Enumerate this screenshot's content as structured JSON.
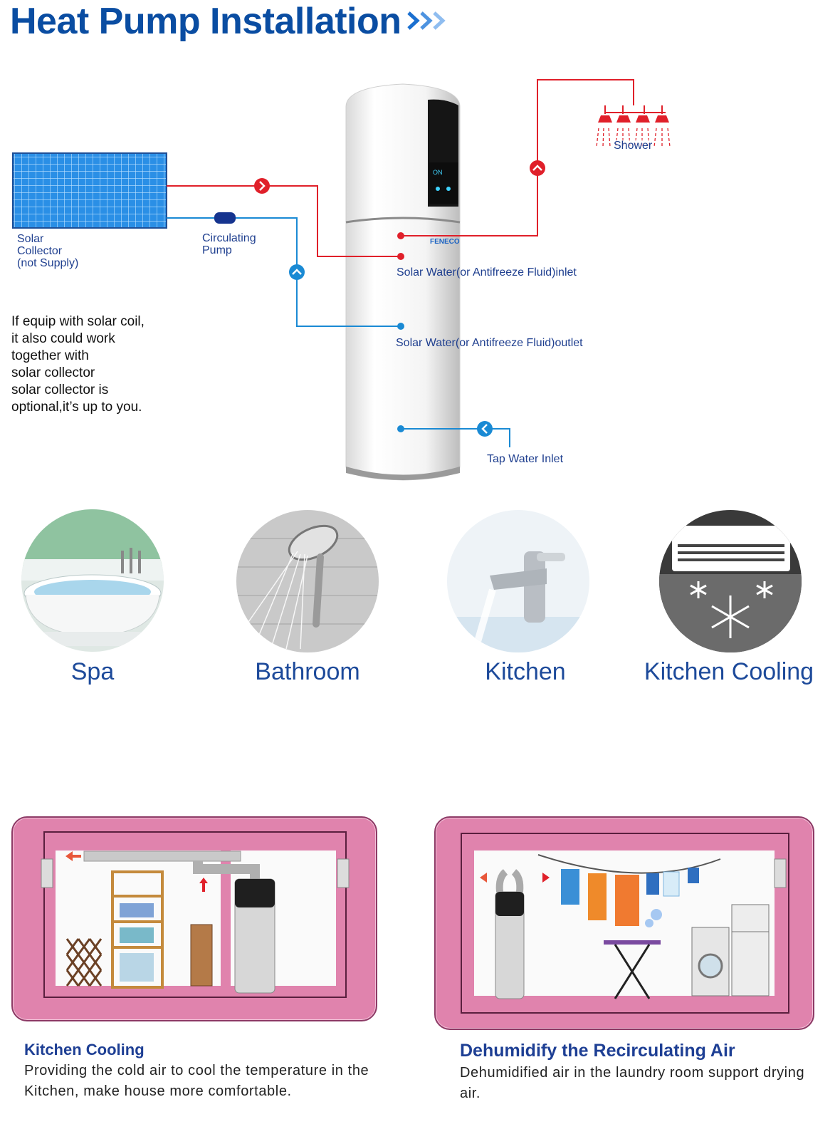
{
  "header": {
    "title": "Heat Pump Installation"
  },
  "diagram": {
    "solar_collector_label": "Solar\nCollector\n(not Supply)",
    "pump_label": "Circulating\nPump",
    "shower_label": "Shower",
    "brand_logo": "FENECO",
    "inlet_label": "Solar Water(or Antifreeze Fluid)inlet",
    "outlet_label": "Solar Water(or Antifreeze Fluid)outlet",
    "tap_label": "Tap Water Inlet",
    "note": "If equip with solar coil,\nit also could work\ntogether with\nsolar collector\nsolar collector is\noptional,it’s up to you.",
    "colors": {
      "hot": "#e0202a",
      "cold": "#1a8ad4",
      "title": "#0a4da2"
    }
  },
  "applications": [
    {
      "label": "Spa",
      "icon": "bathtub-icon"
    },
    {
      "label": "Bathroom",
      "icon": "shower-head-icon"
    },
    {
      "label": "Kitchen",
      "icon": "faucet-icon"
    },
    {
      "label": "Kitchen Cooling",
      "icon": "air-conditioner-icon"
    }
  ],
  "scenes": [
    {
      "title": "Kitchen Cooling",
      "description": "Providing the cold air to cool the temperature in the Kitchen, make house more comfortable."
    },
    {
      "title": "Dehumidify the Recirculating Air",
      "description": "Dehumidified air in the laundry room support drying air."
    }
  ]
}
